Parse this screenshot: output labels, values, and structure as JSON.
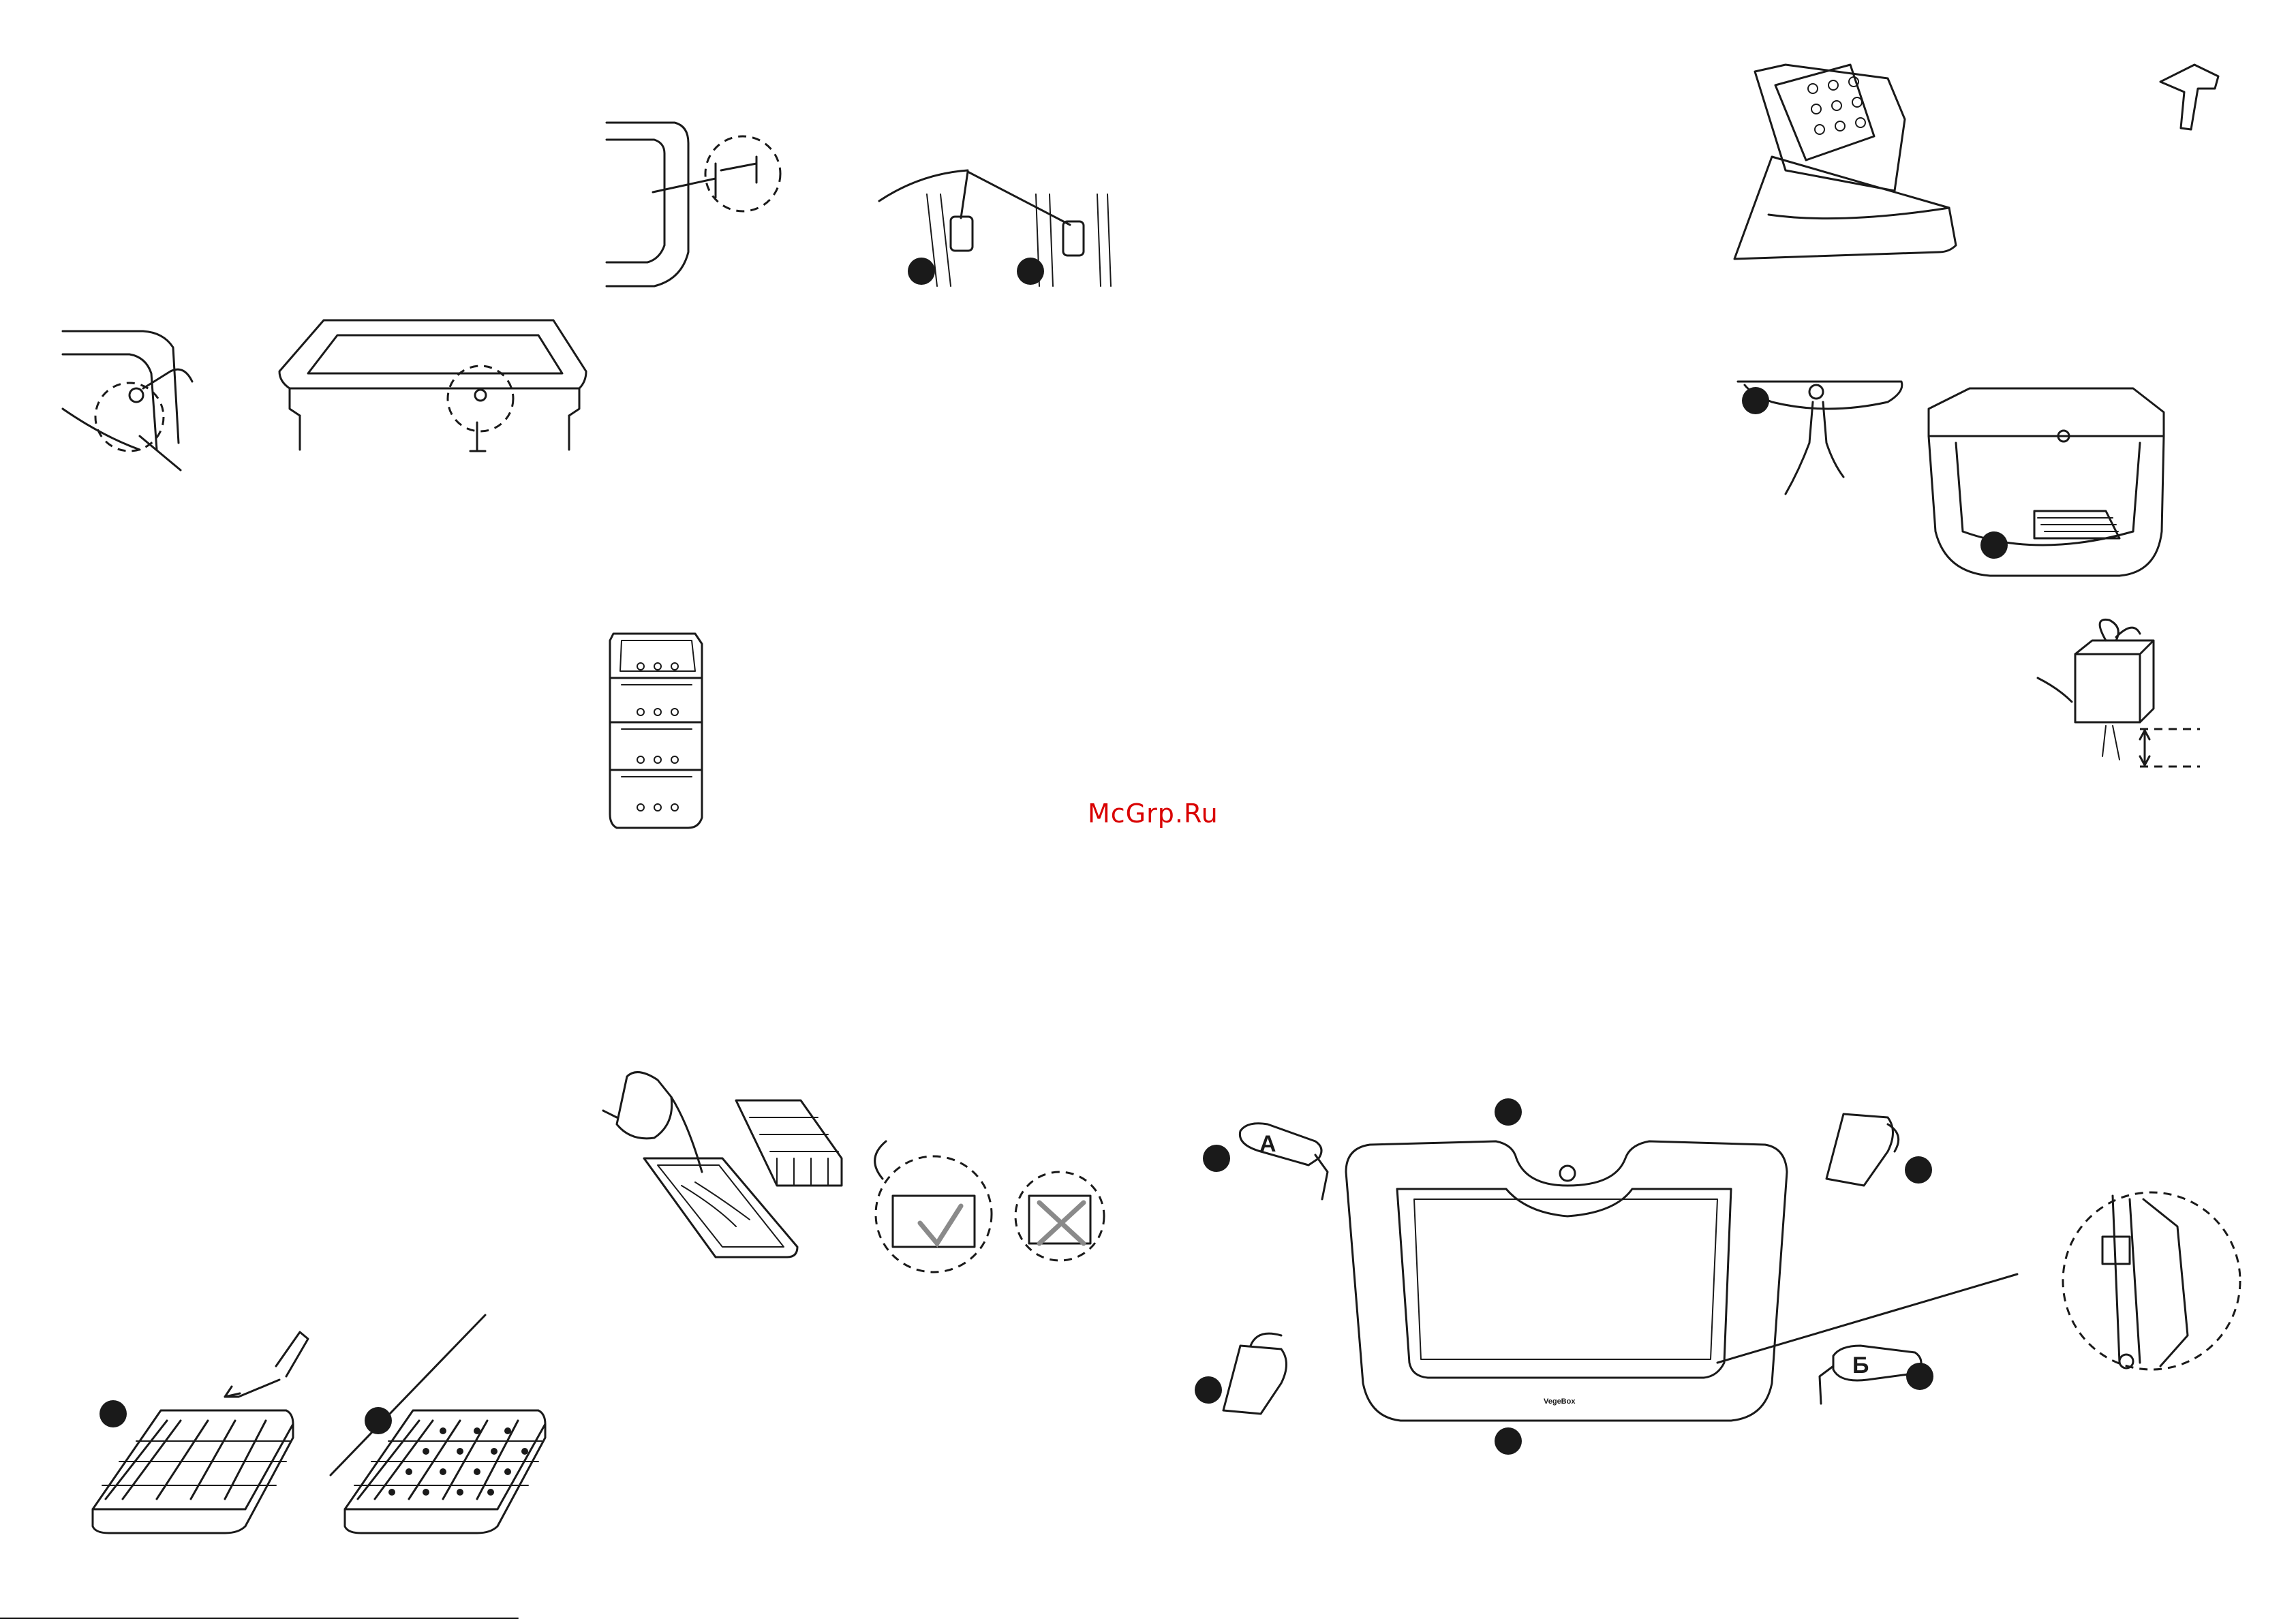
{
  "watermark": "McGrp.Ru",
  "labels": {
    "a": "А",
    "b": "Б",
    "brand": "VegeBox"
  },
  "colors": {
    "ink": "#1a1a1a",
    "watermark": "#d90000",
    "background": "#ffffff"
  }
}
